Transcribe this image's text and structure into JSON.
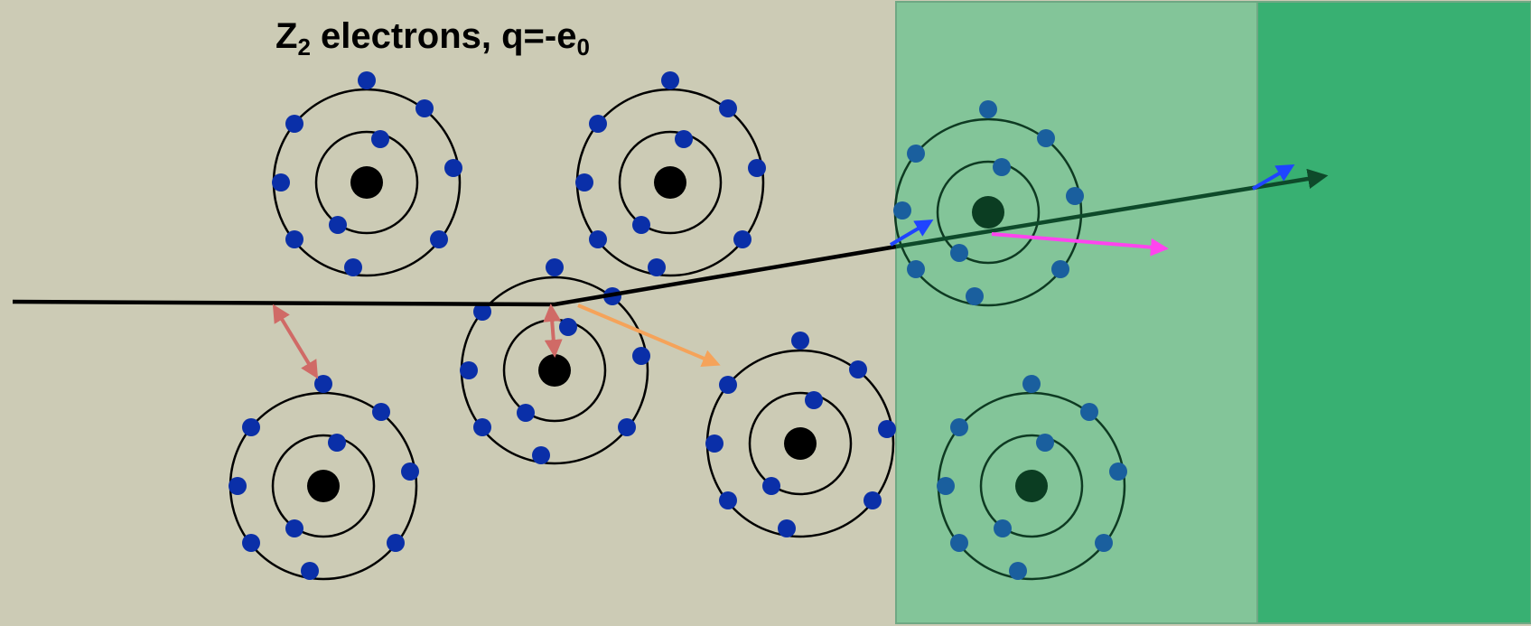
{
  "title": {
    "symbol": "Z",
    "symbol_subscript": "2",
    "text": " electrons, q=-e",
    "charge_subscript": "0"
  },
  "colors": {
    "background": "#cccbb5",
    "region_light": "#83c599",
    "region_dark": "#38b072",
    "electron": "#0a2fa8",
    "nucleus": "#000000",
    "nucleus_in_region": "#0b3d22",
    "track": "#000000",
    "track_in_region": "#0e4a2a",
    "distant_interaction_arrow": "#d06a66",
    "delta_ray_arrow": "#f5a35a",
    "recoil_arrow": "#ff44ee",
    "secondary_arrow": "#1f44ff"
  }
}
